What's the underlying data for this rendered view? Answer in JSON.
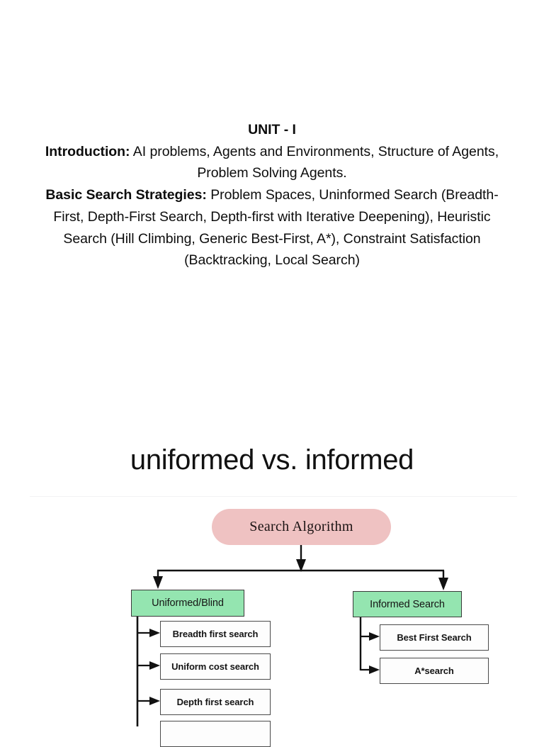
{
  "syllabus": {
    "unit_title": "UNIT - I",
    "paragraphs": [
      {
        "lead": "Introduction:",
        "body": " AI problems, Agents and Environments, Structure of Agents, Problem Solving Agents."
      },
      {
        "lead": "Basic Search Strategies:",
        "body": " Problem Spaces, Uninformed Search (Breadth-First, Depth-First Search, Depth-first with Iterative Deepening), Heuristic Search (Hill Climbing, Generic Best-First, A*), Constraint Satisfaction (Backtracking, Local Search)"
      }
    ]
  },
  "section": {
    "heading": "uniformed vs. informed"
  },
  "diagram": {
    "root": {
      "label": "Search Algorithm",
      "color": "#efc2c2"
    },
    "branches": [
      {
        "label": "Uniformed/Blind",
        "color": "#94e5b0",
        "children": [
          {
            "label": "Breadth first search"
          },
          {
            "label": "Uniform cost search"
          },
          {
            "label": "Depth first search"
          },
          {
            "label": ""
          }
        ]
      },
      {
        "label": "Informed Search",
        "color": "#94e5b0",
        "children": [
          {
            "label": "Best First Search"
          },
          {
            "label": "A*search"
          }
        ]
      }
    ]
  }
}
